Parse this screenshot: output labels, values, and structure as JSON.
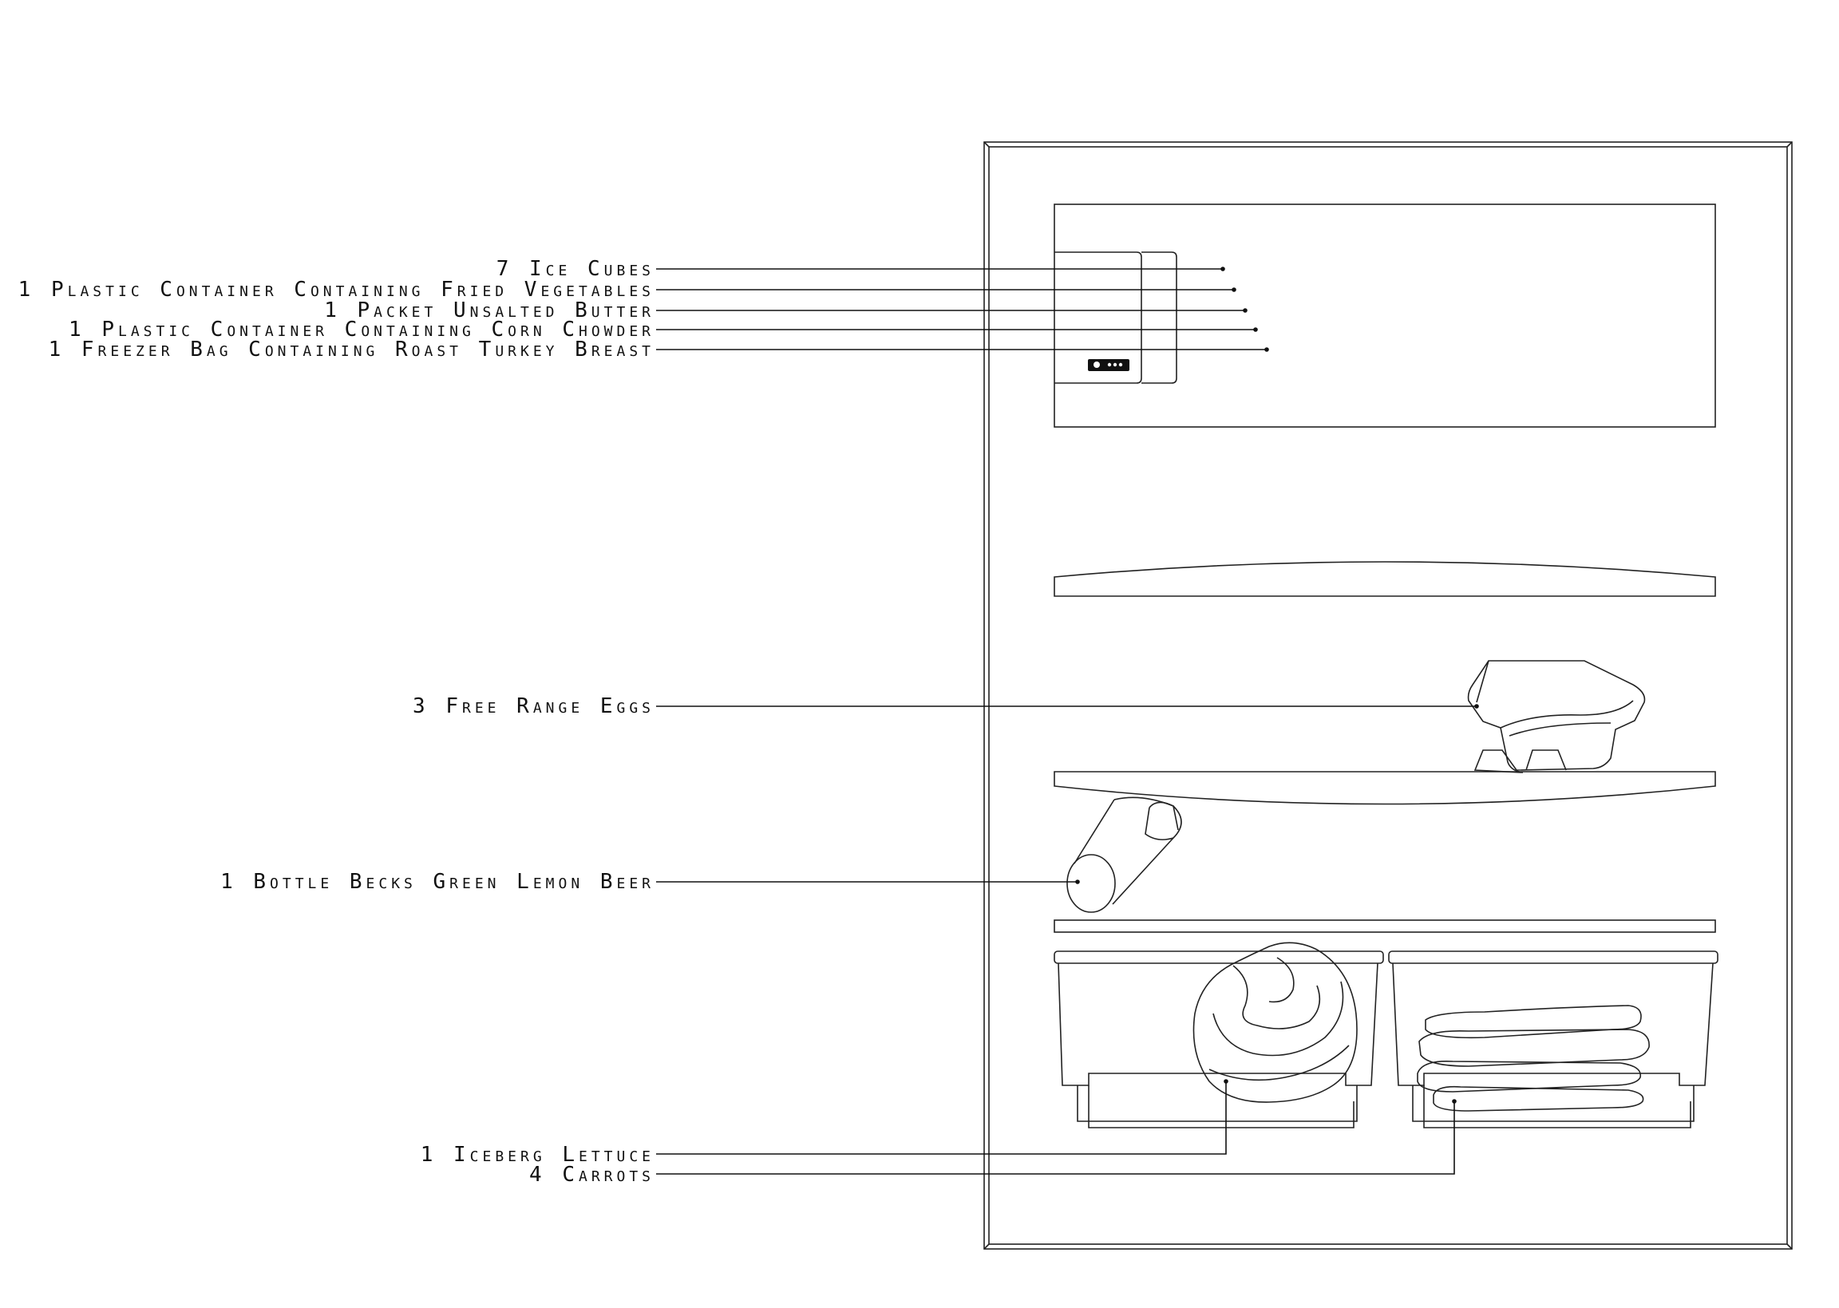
{
  "diagram": {
    "labels": [
      {
        "id": "ice-cubes",
        "text": "7 Ice Cubes"
      },
      {
        "id": "fried-vegetables",
        "text": "1 Plastic Container Containing Fried Vegetables"
      },
      {
        "id": "unsalted-butter",
        "text": "1 Packet Unsalted Butter"
      },
      {
        "id": "corn-chowder",
        "text": "1 Plastic Container Containing Corn Chowder"
      },
      {
        "id": "turkey-breast",
        "text": "1 Freezer Bag Containing Roast Turkey Breast"
      },
      {
        "id": "eggs",
        "text": "3 Free Range Eggs"
      },
      {
        "id": "beer",
        "text": "1 Bottle Becks Green Lemon Beer"
      },
      {
        "id": "lettuce",
        "text": "1 Iceberg Lettuce"
      },
      {
        "id": "carrots",
        "text": "4 Carrots"
      }
    ]
  }
}
